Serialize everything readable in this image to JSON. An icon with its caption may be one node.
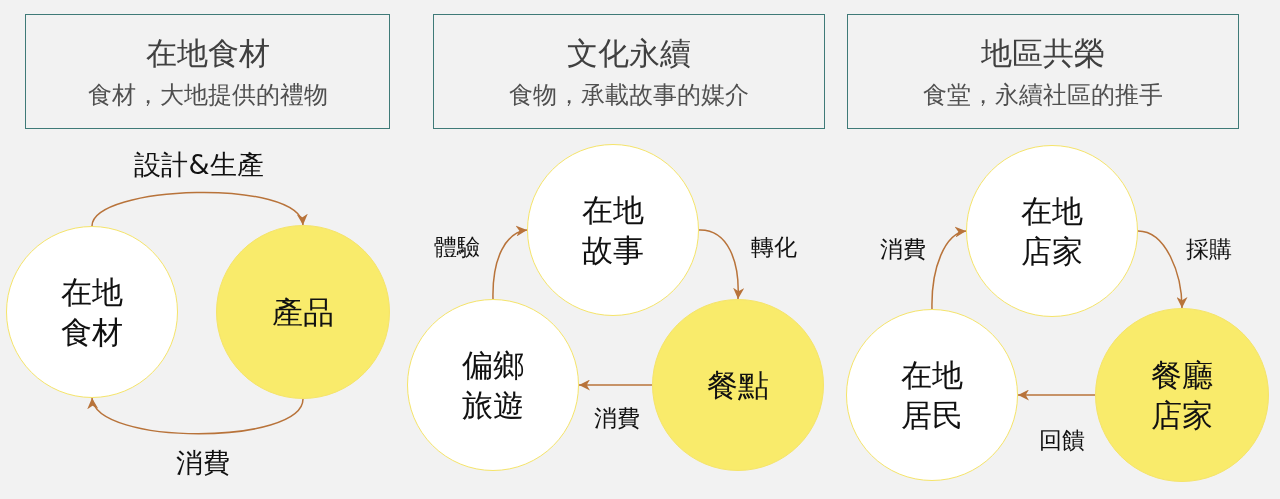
{
  "diagram": {
    "nodes": [
      {
        "text": [
          "在地食材",
          "食材，大地提供的禮物"
        ]
      },
      {
        "text": [
          "文化永續",
          "食物，承載故事的媒介"
        ]
      },
      {
        "text": [
          "地區共榮",
          "食堂，永續社區的推手"
        ]
      },
      {
        "text": [
          "在地食材"
        ]
      },
      {
        "text": [
          "產品"
        ]
      },
      {
        "text": [
          "在地故事"
        ]
      },
      {
        "text": [
          "偏鄉旅遊"
        ]
      },
      {
        "text": [
          "餐點"
        ]
      },
      {
        "text": [
          "在地店家"
        ]
      },
      {
        "text": [
          "在地居民"
        ]
      },
      {
        "text": [
          "餐廳店家"
        ]
      }
    ],
    "edges": [
      {
        "from": 3,
        "to": 4,
        "arrow": "to",
        "label": "設計&生產"
      },
      {
        "from": 4,
        "to": 3,
        "arrow": "to",
        "label": "消費"
      },
      {
        "from": 5,
        "to": 7,
        "arrow": "to",
        "label": "轉化"
      },
      {
        "from": 7,
        "to": 6,
        "arrow": "to",
        "label": "消費"
      },
      {
        "from": 6,
        "to": 5,
        "arrow": "to",
        "label": "體驗"
      },
      {
        "from": 8,
        "to": 10,
        "arrow": "to",
        "label": "採購"
      },
      {
        "from": 10,
        "to": 9,
        "arrow": "to",
        "label": "回饋"
      },
      {
        "from": 9,
        "to": 8,
        "arrow": "to",
        "label": "消費"
      }
    ]
  }
}
